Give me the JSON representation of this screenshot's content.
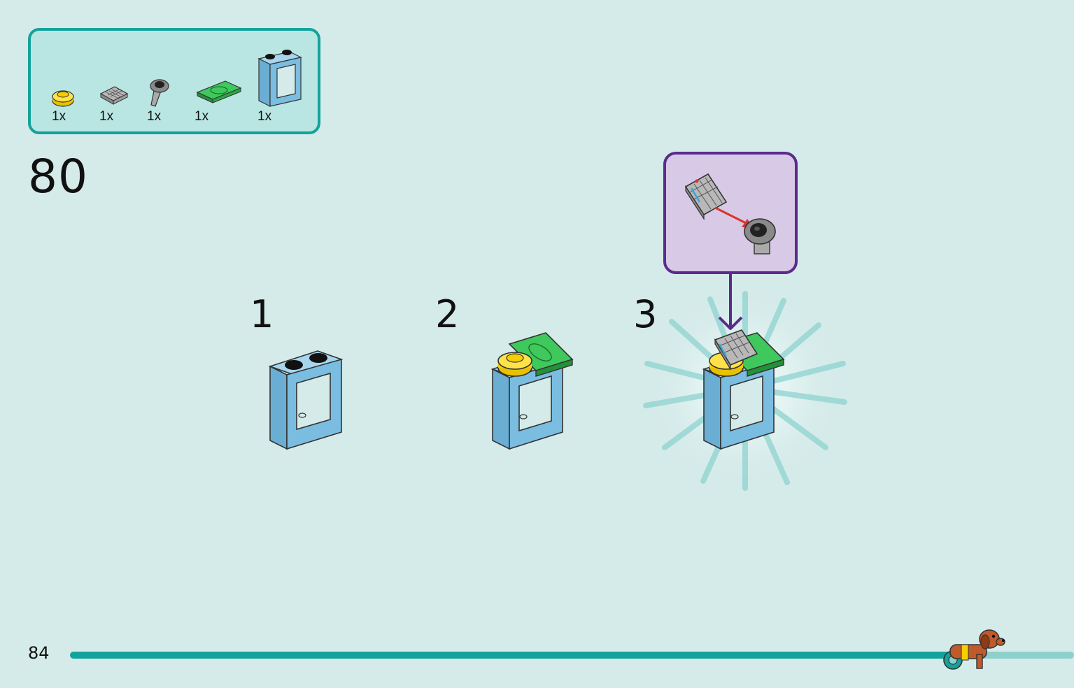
{
  "parts_list": {
    "items": [
      {
        "name": "yellow round plate",
        "qty": "1x"
      },
      {
        "name": "grey keypad tile",
        "qty": "1x"
      },
      {
        "name": "grey clip",
        "qty": "1x"
      },
      {
        "name": "green banknote tile",
        "qty": "1x"
      },
      {
        "name": "blue window frame",
        "qty": "1x"
      }
    ]
  },
  "step": {
    "number": "80"
  },
  "substeps": [
    {
      "number": "1"
    },
    {
      "number": "2"
    },
    {
      "number": "3"
    }
  ],
  "page": {
    "number": "84"
  },
  "progress": {
    "fraction": 0.91
  },
  "colors": {
    "accent": "#14a29c",
    "background": "#d5ebe9",
    "callout_border": "#5b2b8c",
    "callout_fill": "#d8c9e6",
    "brick_blue": "#7bbde0",
    "banknote_green": "#2db34a",
    "plate_yellow": "#f5d000"
  },
  "icons": {
    "arrow": "arrow-down-icon",
    "mascot": "dog-mascot-icon"
  }
}
